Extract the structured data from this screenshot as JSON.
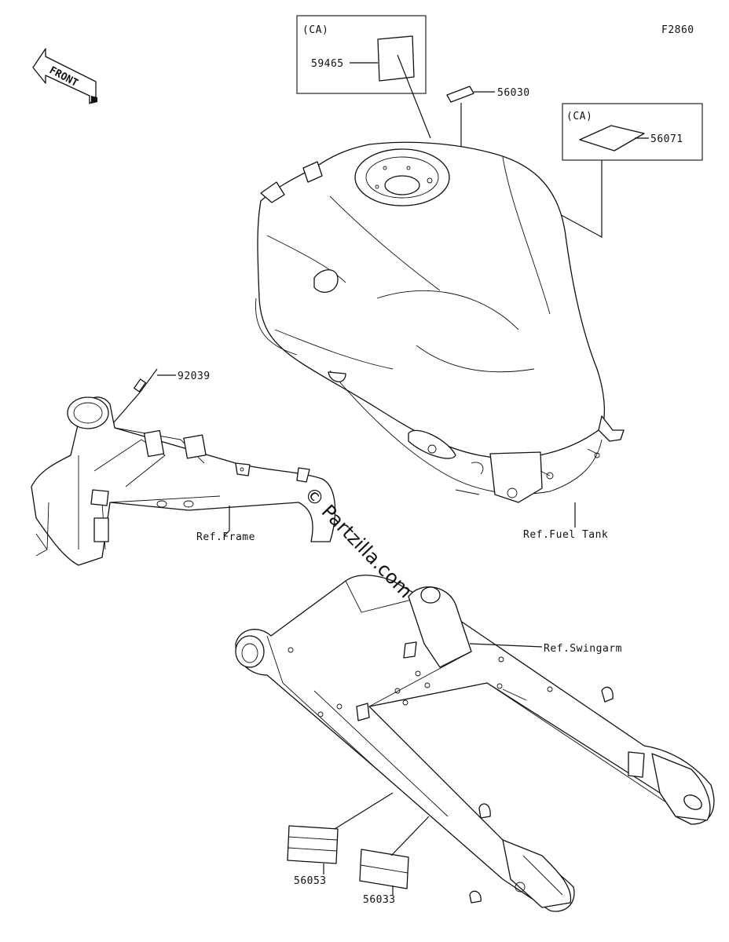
{
  "diagram_code": "F2860",
  "front_label": "FRONT",
  "ca_label_1": "(CA)",
  "ca_label_2": "(CA)",
  "parts": {
    "p59465": "59465",
    "p56030": "56030",
    "p56071": "56071",
    "p92039": "92039",
    "p56053": "56053",
    "p56033": "56033"
  },
  "refs": {
    "frame": "Ref.Frame",
    "fuel_tank": "Ref.Fuel Tank",
    "swingarm": "Ref.Swingarm"
  },
  "watermark": "© Partzilla.com"
}
